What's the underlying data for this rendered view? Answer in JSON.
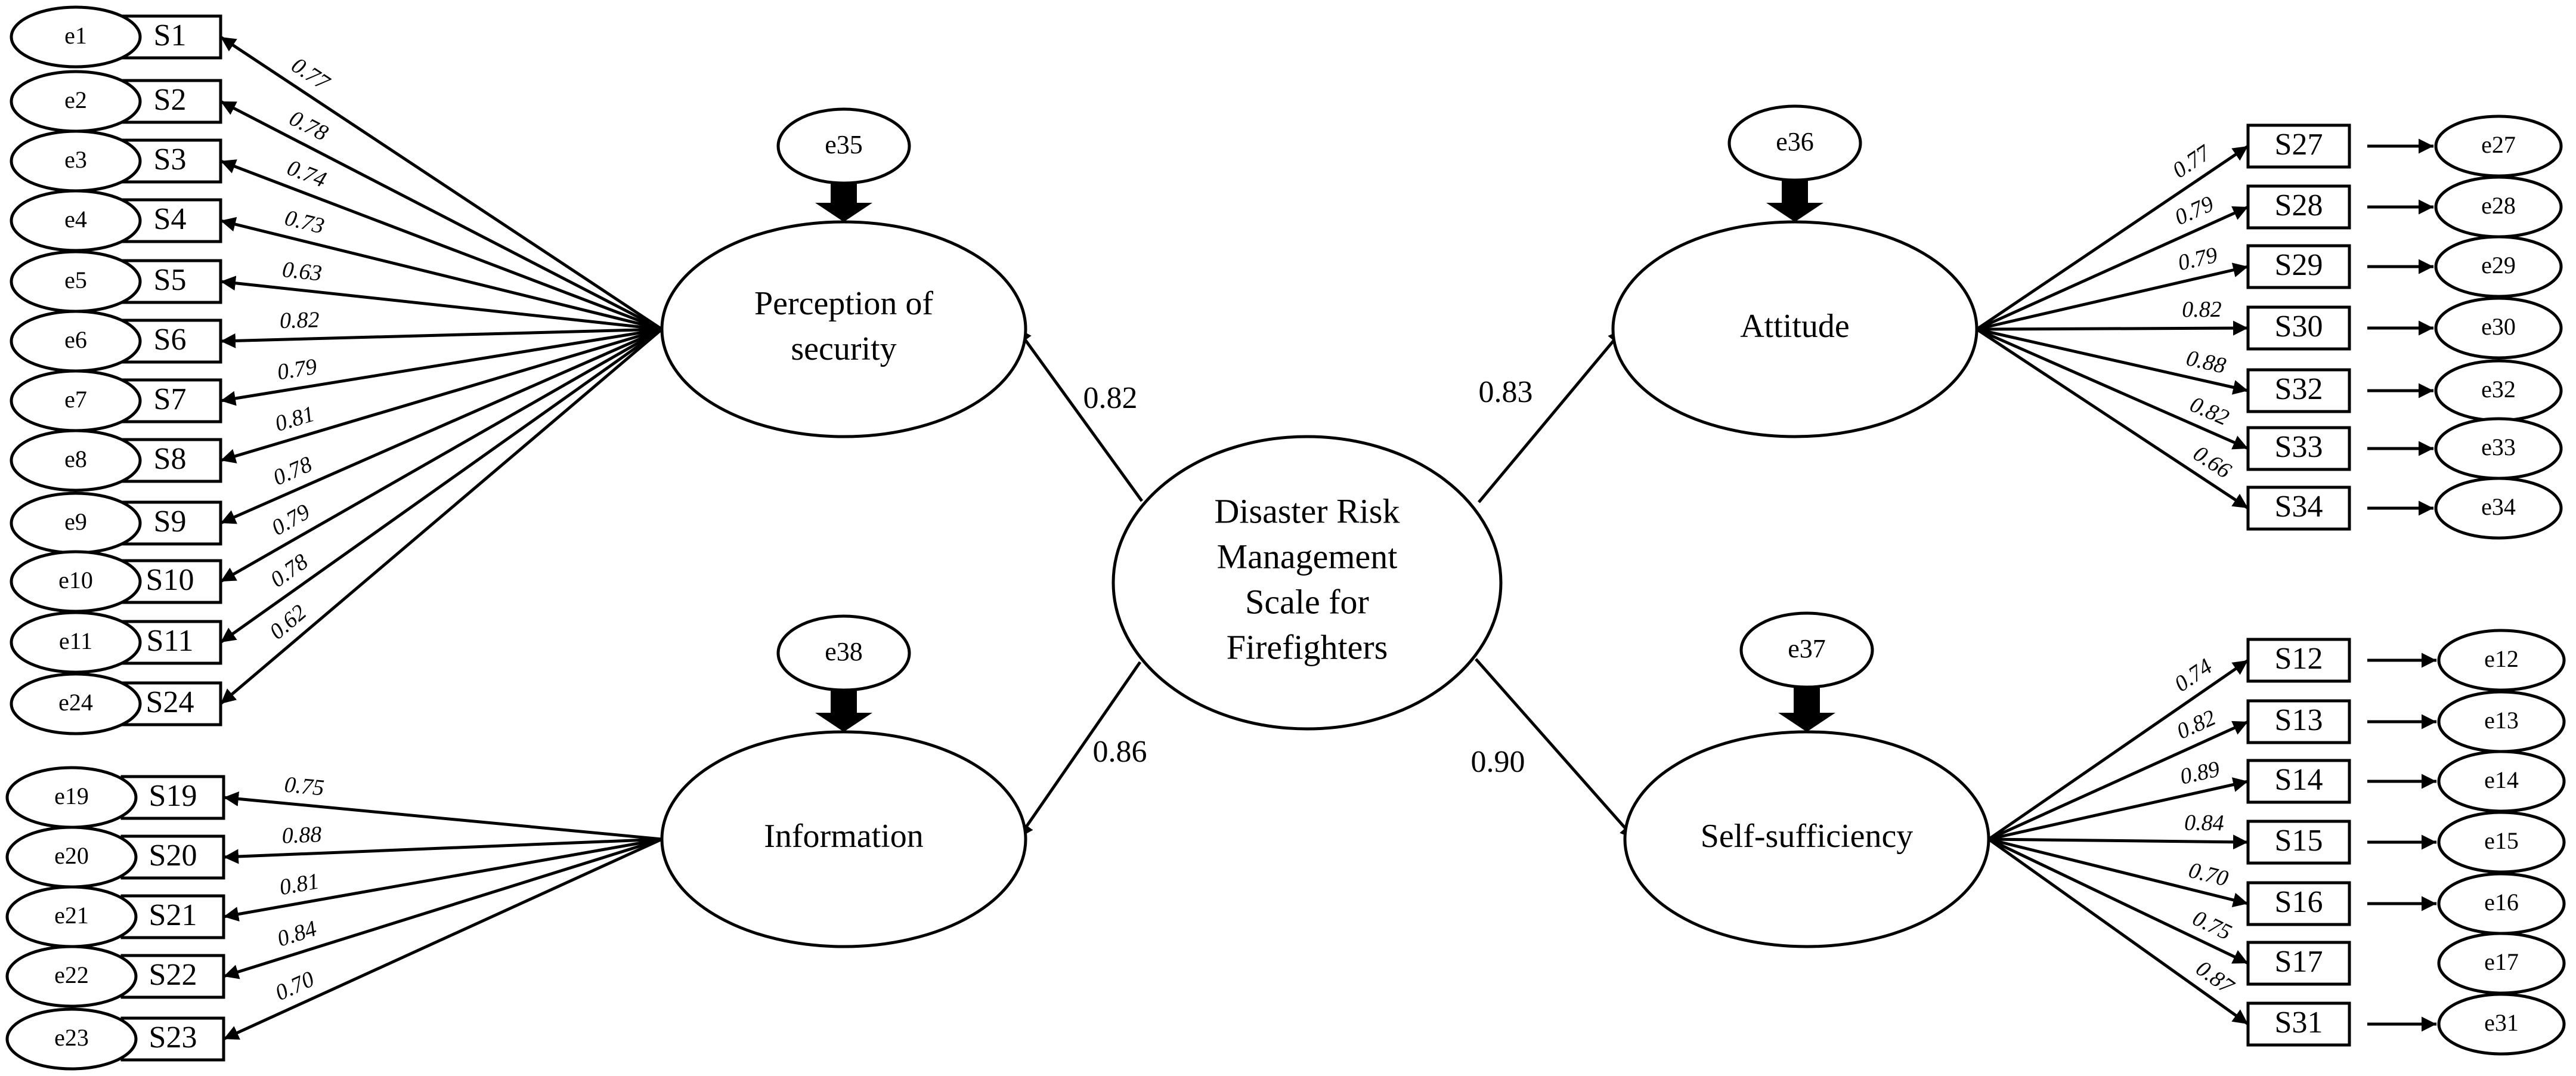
{
  "central": {
    "lines": [
      "Disaster Risk",
      "Management",
      "Scale for",
      "Firefighters"
    ]
  },
  "factors": [
    {
      "id": "perception",
      "lines": [
        "Perception of",
        "security"
      ],
      "error": "e35",
      "loading": "0.82"
    },
    {
      "id": "information",
      "lines": [
        "Information"
      ],
      "error": "e38",
      "loading": "0.86"
    },
    {
      "id": "attitude",
      "lines": [
        "Attitude"
      ],
      "error": "e36",
      "loading": "0.83"
    },
    {
      "id": "selfsuff",
      "lines": [
        "Self-sufficiency"
      ],
      "error": "e37",
      "loading": "0.90"
    }
  ],
  "items": [
    {
      "factor": "perception",
      "item": "S1",
      "error": "e1",
      "loading": "0.77"
    },
    {
      "factor": "perception",
      "item": "S2",
      "error": "e2",
      "loading": "0.78"
    },
    {
      "factor": "perception",
      "item": "S3",
      "error": "e3",
      "loading": "0.74"
    },
    {
      "factor": "perception",
      "item": "S4",
      "error": "e4",
      "loading": "0.73"
    },
    {
      "factor": "perception",
      "item": "S5",
      "error": "e5",
      "loading": "0.63"
    },
    {
      "factor": "perception",
      "item": "S6",
      "error": "e6",
      "loading": "0.82"
    },
    {
      "factor": "perception",
      "item": "S7",
      "error": "e7",
      "loading": "0.79"
    },
    {
      "factor": "perception",
      "item": "S8",
      "error": "e8",
      "loading": "0.81"
    },
    {
      "factor": "perception",
      "item": "S9",
      "error": "e9",
      "loading": "0.78"
    },
    {
      "factor": "perception",
      "item": "S10",
      "error": "e10",
      "loading": "0.79"
    },
    {
      "factor": "perception",
      "item": "S11",
      "error": "e11",
      "loading": "0.78"
    },
    {
      "factor": "perception",
      "item": "S24",
      "error": "e24",
      "loading": "0.62"
    },
    {
      "factor": "information",
      "item": "S19",
      "error": "e19",
      "loading": "0.75"
    },
    {
      "factor": "information",
      "item": "S20",
      "error": "e20",
      "loading": "0.88"
    },
    {
      "factor": "information",
      "item": "S21",
      "error": "e21",
      "loading": "0.81"
    },
    {
      "factor": "information",
      "item": "S22",
      "error": "e22",
      "loading": "0.84"
    },
    {
      "factor": "information",
      "item": "S23",
      "error": "e23",
      "loading": "0.70"
    },
    {
      "factor": "attitude",
      "item": "S27",
      "error": "e27",
      "loading": "0.77"
    },
    {
      "factor": "attitude",
      "item": "S28",
      "error": "e28",
      "loading": "0.79"
    },
    {
      "factor": "attitude",
      "item": "S29",
      "error": "e29",
      "loading": "0.79"
    },
    {
      "factor": "attitude",
      "item": "S30",
      "error": "e30",
      "loading": "0.82"
    },
    {
      "factor": "attitude",
      "item": "S32",
      "error": "e32",
      "loading": "0.88"
    },
    {
      "factor": "attitude",
      "item": "S33",
      "error": "e33",
      "loading": "0.82"
    },
    {
      "factor": "attitude",
      "item": "S34",
      "error": "e34",
      "loading": "0.66"
    },
    {
      "factor": "selfsuff",
      "item": "S12",
      "error": "e12",
      "loading": "0.74"
    },
    {
      "factor": "selfsuff",
      "item": "S13",
      "error": "e13",
      "loading": "0.82"
    },
    {
      "factor": "selfsuff",
      "item": "S14",
      "error": "e14",
      "loading": "0.89"
    },
    {
      "factor": "selfsuff",
      "item": "S15",
      "error": "e15",
      "loading": "0.84"
    },
    {
      "factor": "selfsuff",
      "item": "S16",
      "error": "e16",
      "loading": "0.70"
    },
    {
      "factor": "selfsuff",
      "item": "S17",
      "error": "e17",
      "loading": "0.75"
    },
    {
      "factor": "selfsuff",
      "item": "S31",
      "error": "e31",
      "loading": "0.87"
    }
  ]
}
